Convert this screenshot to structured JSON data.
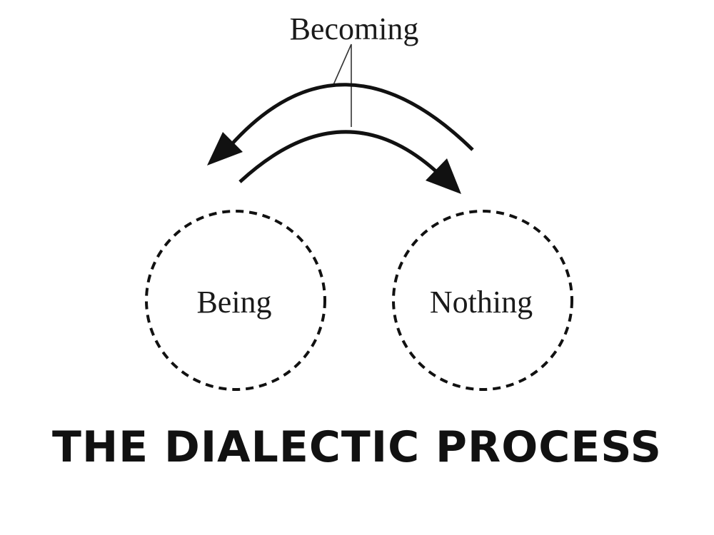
{
  "diagram": {
    "top_label": "Becoming",
    "left_node": "Being",
    "right_node": "Nothing",
    "title": "THE DIALECTIC PROCESS"
  },
  "colors": {
    "ink": "#111111",
    "background": "#ffffff"
  }
}
